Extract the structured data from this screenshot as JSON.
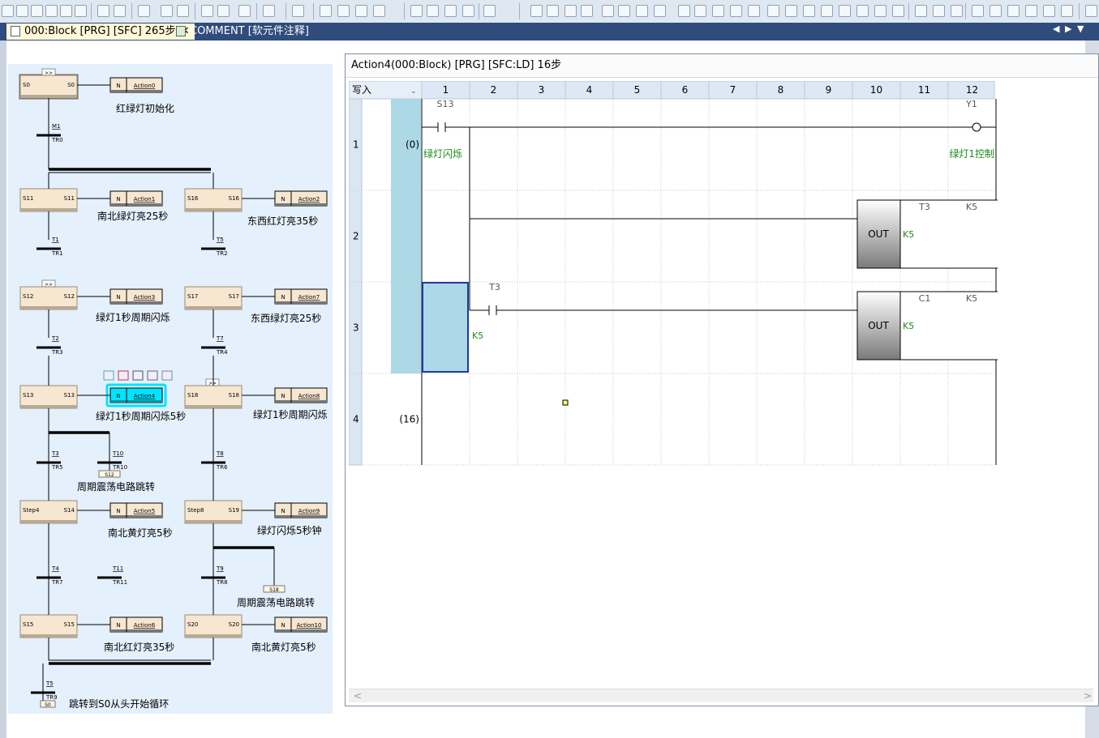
{
  "tabs": {
    "active_label": "000:Block [PRG] [SFC] 265步",
    "inactive_label": "COMMENT [软元件注释]",
    "nav_prev": "◀",
    "nav_next": "▶",
    "nav_menu": "▼"
  },
  "ladder_window": {
    "title": "Action4(000:Block) [PRG] [SFC:LD] 16步",
    "header_mode": "写入",
    "columns": [
      "1",
      "2",
      "3",
      "4",
      "5",
      "6",
      "7",
      "8",
      "9",
      "10",
      "11",
      "12"
    ],
    "rows": [
      {
        "num": "1",
        "step": "(0)"
      },
      {
        "num": "2",
        "step": ""
      },
      {
        "num": "3",
        "step": ""
      },
      {
        "num": "4",
        "step": "(16)"
      }
    ],
    "contact1_device": "S13",
    "contact1_comment": "绿灯闪烁",
    "coil1_device": "Y1",
    "coil1_comment": "绿灯1控制",
    "out1_label": "OUT",
    "out1_device": "T3",
    "out1_value": "K5",
    "out1_k": "K5",
    "contact2_device": "T3",
    "k5_cell": "K5",
    "out2_label": "OUT",
    "out2_device": "C1",
    "out2_value": "K5",
    "out2_k": "K5"
  },
  "sfc": {
    "steps": [
      {
        "name": "S0",
        "no": "S0",
        "action": "Action0",
        "comment": "红绿灯初始化"
      },
      {
        "name": "S11",
        "no": "S11",
        "action": "Action1",
        "comment": "南北绿灯亮25秒"
      },
      {
        "name": "S16",
        "no": "S16",
        "action": "Action2",
        "comment": "东西红灯亮35秒"
      },
      {
        "name": "S12",
        "no": "S12",
        "action": "Action3",
        "comment": "绿灯1秒周期闪烁"
      },
      {
        "name": "S17",
        "no": "S17",
        "action": "Action7",
        "comment": "东西绿灯亮25秒"
      },
      {
        "name": "S13",
        "no": "S13",
        "action": "Action4",
        "comment": "绿灯1秒周期闪烁5秒"
      },
      {
        "name": "S18",
        "no": "S18",
        "action": "Action8",
        "comment": "绿灯1秒周期闪烁"
      },
      {
        "name": "Step4",
        "no": "S14",
        "action": "Action5",
        "comment": "南北黄灯亮5秒"
      },
      {
        "name": "Step8",
        "no": "S19",
        "action": "Action9",
        "comment": "绿灯闪烁5秒钟"
      },
      {
        "name": "S15",
        "no": "S15",
        "action": "Action6",
        "comment": "南北红灯亮35秒"
      },
      {
        "name": "S20",
        "no": "S20",
        "action": "Action10",
        "comment": "南北黄灯亮5秒"
      }
    ],
    "action_qualifier": "N",
    "transitions": [
      {
        "cond": "M1",
        "tr": "TR0"
      },
      {
        "cond": "T1",
        "tr": "TR1"
      },
      {
        "cond": "T5",
        "tr": "TR2"
      },
      {
        "cond": "T2",
        "tr": "TR3"
      },
      {
        "cond": "T7",
        "tr": "TR4"
      },
      {
        "cond": "T3",
        "tr": "TR5"
      },
      {
        "cond": "T10",
        "tr": "TR10"
      },
      {
        "cond": "T8",
        "tr": "TR6"
      },
      {
        "cond": "T4",
        "tr": "TR7"
      },
      {
        "cond": "T9",
        "tr": "TR8"
      },
      {
        "cond": "T11",
        "tr": "TR11"
      },
      {
        "cond": "T5",
        "tr": "TR9"
      }
    ],
    "jumps": {
      "j1": "S12",
      "j2": "S18",
      "j3": "S0"
    },
    "jump_comment": "周期震荡电路跳转",
    "jump_comment2": "周期震荡电路跳转",
    "final_comment": "跳转到S0从头开始循环",
    "macro_mark": ">>"
  },
  "colors": {
    "accent": "#00e5ff",
    "step_fill": "#f7e6d0",
    "ladder_highlight": "#add8e6"
  }
}
